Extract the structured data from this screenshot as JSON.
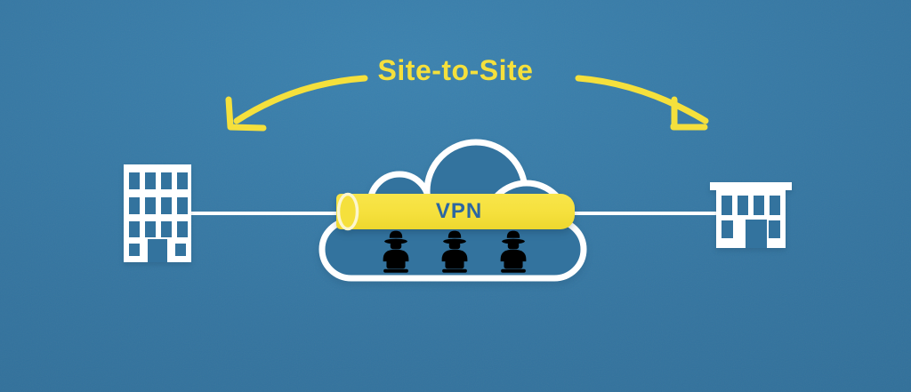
{
  "diagram": {
    "title": "Site-to-Site",
    "tunnel": {
      "label": "VPN",
      "icon": "vpn-tunnel-pipe"
    },
    "nodes": {
      "left_site": {
        "icon": "office-building-icon"
      },
      "right_site": {
        "icon": "office-building-icon"
      },
      "internet": {
        "icon": "cloud-icon"
      },
      "threats": {
        "icon": "spy-at-laptop-icon",
        "count": 3
      }
    },
    "arrows": [
      {
        "icon": "curved-arrow-down-left"
      },
      {
        "icon": "curved-arrow-down-right"
      }
    ],
    "colors": {
      "background_top": "#3B82AF",
      "background_mid": "#34749F",
      "background_bottom": "#2D6A93",
      "background_flat": "#33739E",
      "accent_yellow": "#F5E03C",
      "white": "#FFFFFF",
      "vpn_text_blue": "#2C66A2"
    }
  }
}
